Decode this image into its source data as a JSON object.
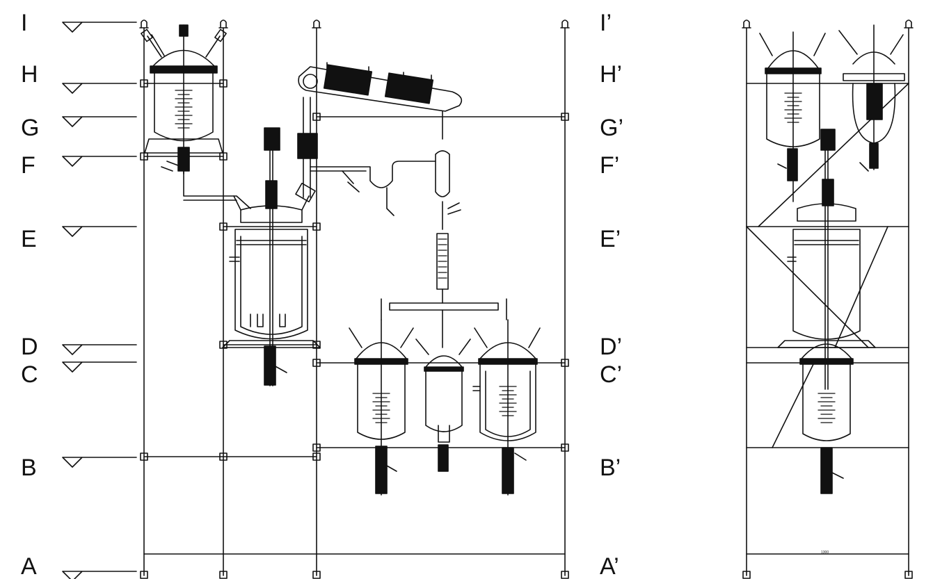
{
  "levels_left": [
    "I",
    "H",
    "G",
    "F",
    "E",
    "D",
    "C",
    "B",
    "A"
  ],
  "levels_right": [
    "I’",
    "H’",
    "G’",
    "F’",
    "E’",
    "D’",
    "C’",
    "B’",
    "A’"
  ],
  "side_view_dimension_label": "1300"
}
